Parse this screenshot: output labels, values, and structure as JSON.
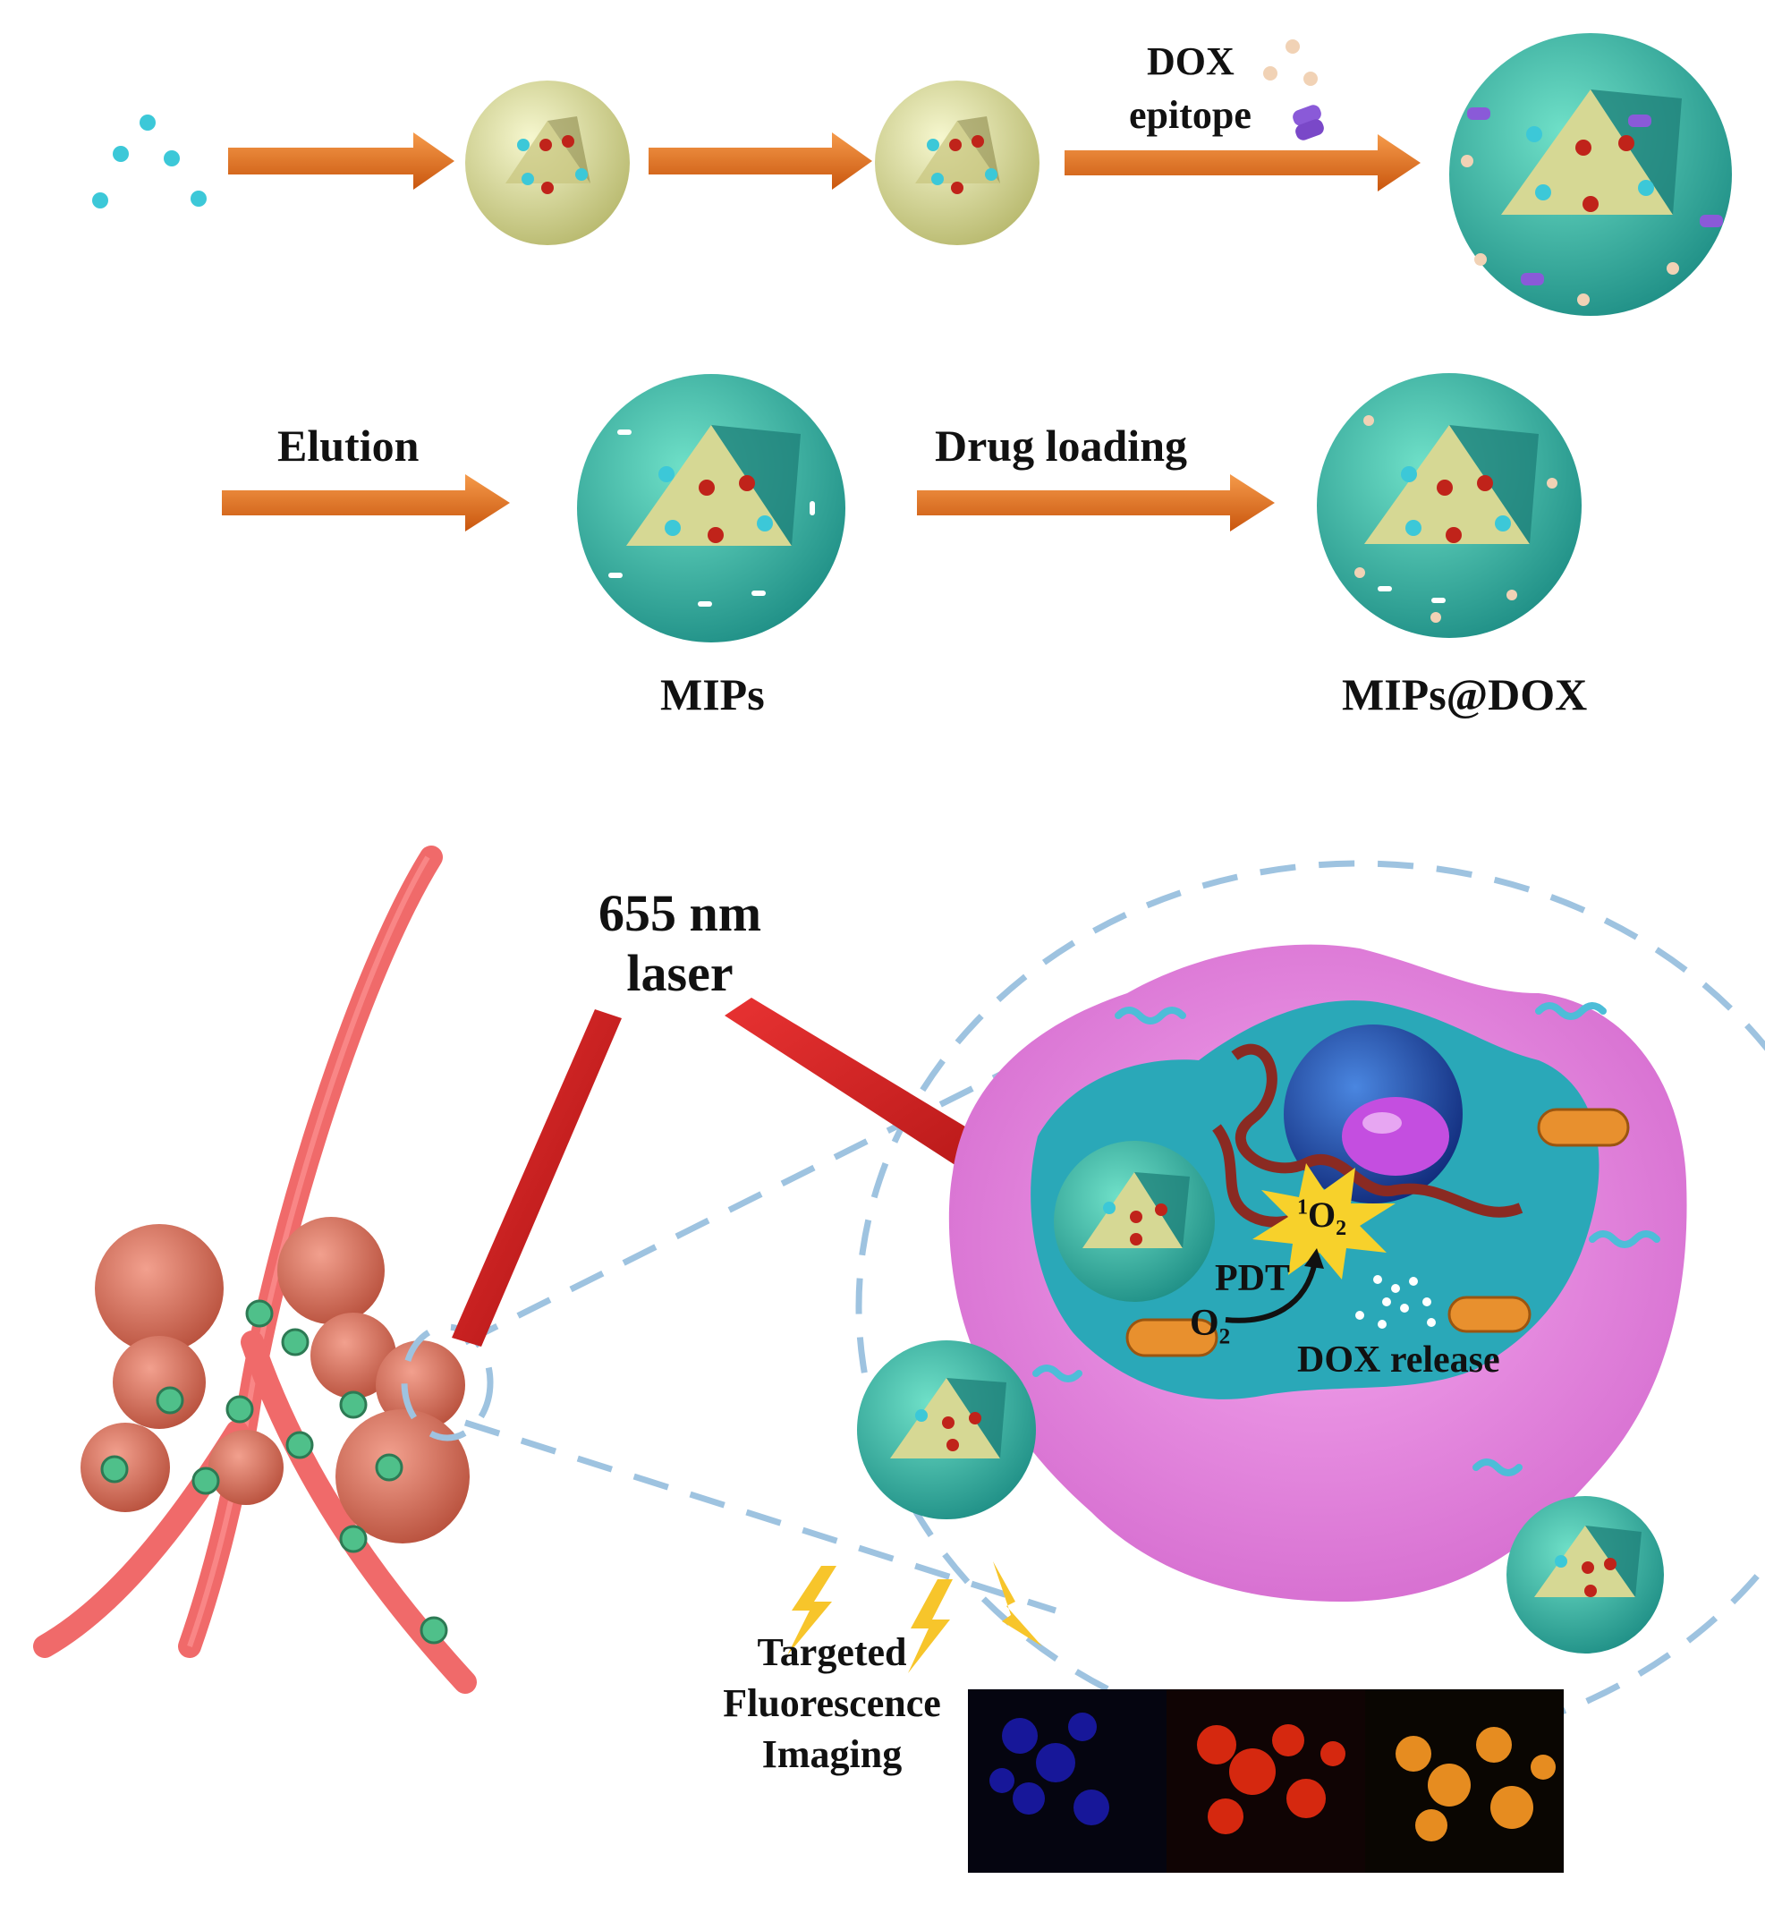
{
  "labels": {
    "dox": "DOX",
    "epitope": "epitope",
    "elution": "Elution",
    "drug_loading": "Drug loading",
    "mips": "MIPs",
    "mips_dox": "MIPs@DOX",
    "laser_line1": "655 nm",
    "laser_line2": "laser",
    "singlet_oxygen_sup": "1",
    "singlet_oxygen_base": "O",
    "singlet_oxygen_sub": "2",
    "pdt": "PDT",
    "oxygen_base": "O",
    "oxygen_sub": "2",
    "dox_release": "DOX release",
    "imaging_line1": "Targeted",
    "imaging_line2": "Fluorescence",
    "imaging_line3": "Imaging"
  },
  "colors": {
    "arrow": "#e2701f",
    "core": "#e4e6a6",
    "shell": "#3fc6b0",
    "cell_membrane": "#e98ae0",
    "cytoplasm": "#2aa8b8",
    "vessel": "#f06a6a",
    "tumor": "#e07a66",
    "laser": "#d42020",
    "dashed_outline": "#9ec3e0",
    "burst": "#f7d12b",
    "imaging_panels": [
      "#1a1aa8",
      "#e02a10",
      "#f29422"
    ]
  }
}
